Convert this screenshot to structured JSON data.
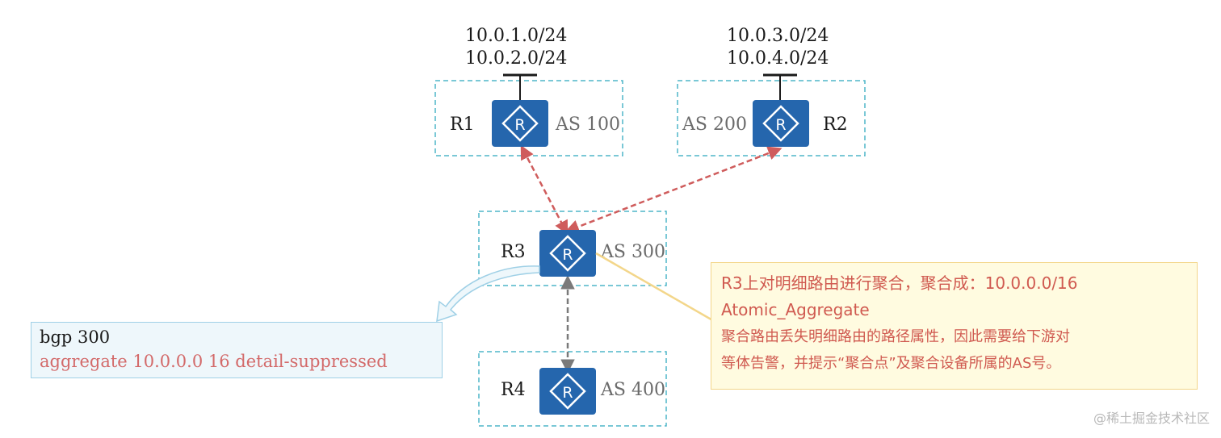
{
  "networks": {
    "r1": [
      "10.0.1.0/24",
      "10.0.2.0/24"
    ],
    "r2": [
      "10.0.3.0/24",
      "10.0.4.0/24"
    ]
  },
  "routers": {
    "r1": {
      "name": "R1",
      "as": "AS 100"
    },
    "r2": {
      "name": "R2",
      "as": "AS 200"
    },
    "r3": {
      "name": "R3",
      "as": "AS 300"
    },
    "r4": {
      "name": "R4",
      "as": "AS 400"
    }
  },
  "router_icon_letter": "R",
  "config": {
    "line1": "bgp 300",
    "line2": "aggregate 10.0.0.0 16 detail-suppressed"
  },
  "note": {
    "line1": "R3上对明细路由进行聚合，聚合成：10.0.0.0/16",
    "line2": "Atomic_Aggregate",
    "line3": "聚合路由丢失明细路由的路径属性，因此需要给下游对",
    "line4": "等体告警，并提示“聚合点”及聚合设备所属的AS号。"
  },
  "watermark": "@稀土掘金技术社区",
  "colors": {
    "router_fill": "#2566ad",
    "as_box_border": "#4fb6c8",
    "link_red": "#cf5c5c",
    "link_gray": "#7a7a7a",
    "callout_yellow": "#f3d68a",
    "arrow_blue": "#9fd0e6"
  }
}
